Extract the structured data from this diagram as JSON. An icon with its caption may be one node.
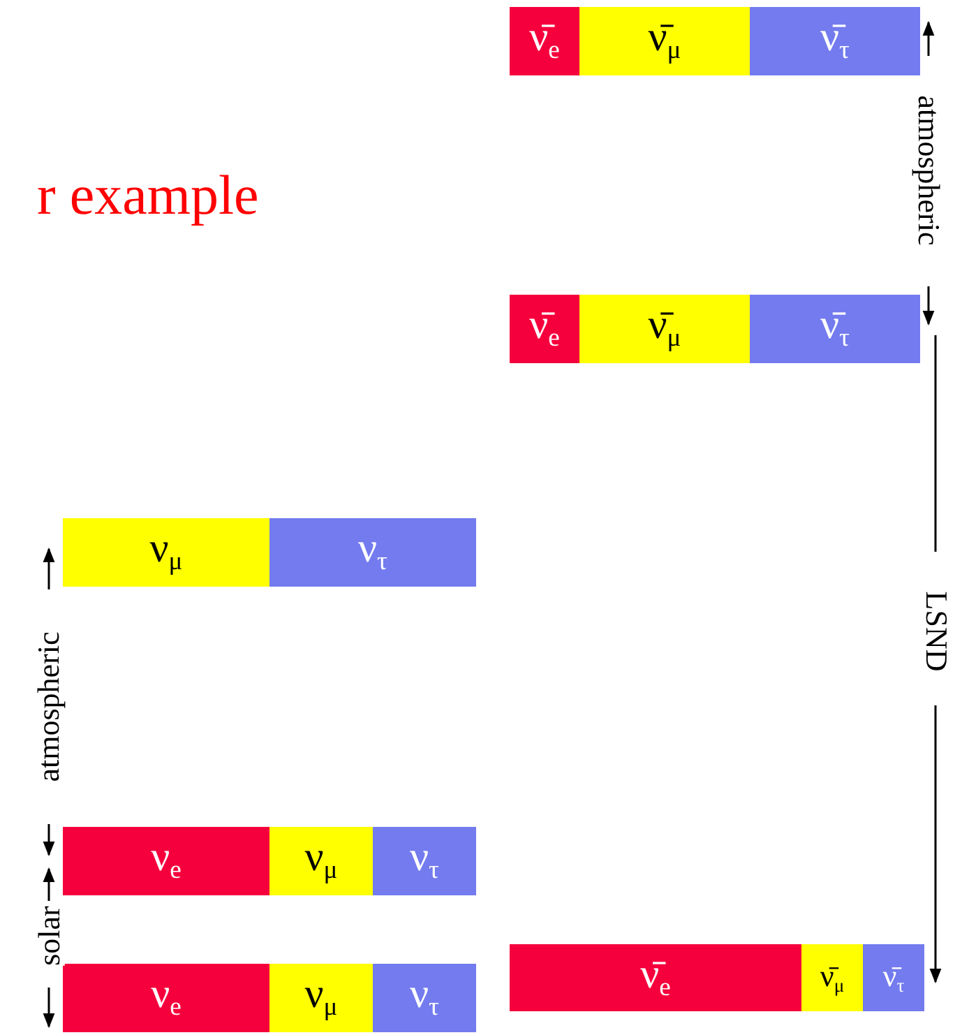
{
  "diagram": {
    "nodes": [
      {
        "text": [
          "ν̄$_{e}$"
        ]
      },
      {
        "text": [
          "ν̄$_{μ}$"
        ]
      },
      {
        "text": [
          "ν̄$_{τ}$"
        ]
      },
      {
        "text": [
          "ν̄$_{e}$"
        ]
      },
      {
        "text": [
          "ν̄$_{μ}$"
        ]
      },
      {
        "text": [
          "ν̄$_{τ}$"
        ]
      },
      {
        "text": [
          "ν$_{μ}$"
        ]
      },
      {
        "text": [
          "ν$_{τ}$"
        ]
      },
      {
        "text": [
          "ν$_{e}$"
        ]
      },
      {
        "text": [
          "ν$_{μ}$"
        ]
      },
      {
        "text": [
          "ν$_{τ}$"
        ]
      },
      {
        "text": [
          "ν̄$_{e}$"
        ]
      },
      {
        "text": [
          "ν̄$_{μ}$"
        ]
      },
      {
        "text": [
          "ν̄$_{τ}$"
        ]
      },
      {
        "text": [
          "ν$_{e}$"
        ]
      },
      {
        "text": [
          "ν$_{μ}$"
        ]
      },
      {
        "text": [
          "ν$_{τ}$"
        ]
      }
    ],
    "labels": [
      "r example",
      "atmospheric",
      "LSND",
      "atmospheric",
      "solar"
    ]
  }
}
